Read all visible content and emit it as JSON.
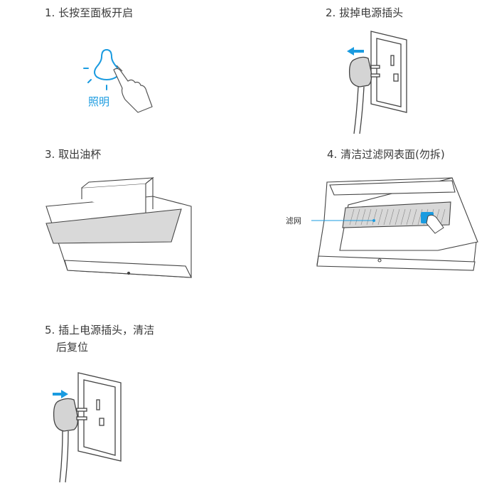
{
  "accent_color": "#1a9be0",
  "steps": [
    {
      "title": "1.  长按至面板开启",
      "icon_label": "照明",
      "icon": "bulb-icon"
    },
    {
      "title": "2. 拔掉电源插头",
      "icon": "plug-unplug-icon"
    },
    {
      "title": "3. 取出油杯",
      "icon": "range-hood-oil-cup-icon"
    },
    {
      "title": "4. 清洁过滤网表面(勿拆)",
      "callout_label": "滤网",
      "icon": "range-hood-filter-icon"
    },
    {
      "title_line1": "5. 插上电源插头，清洁",
      "title_line2": "后复位",
      "icon": "plug-insert-icon"
    }
  ]
}
